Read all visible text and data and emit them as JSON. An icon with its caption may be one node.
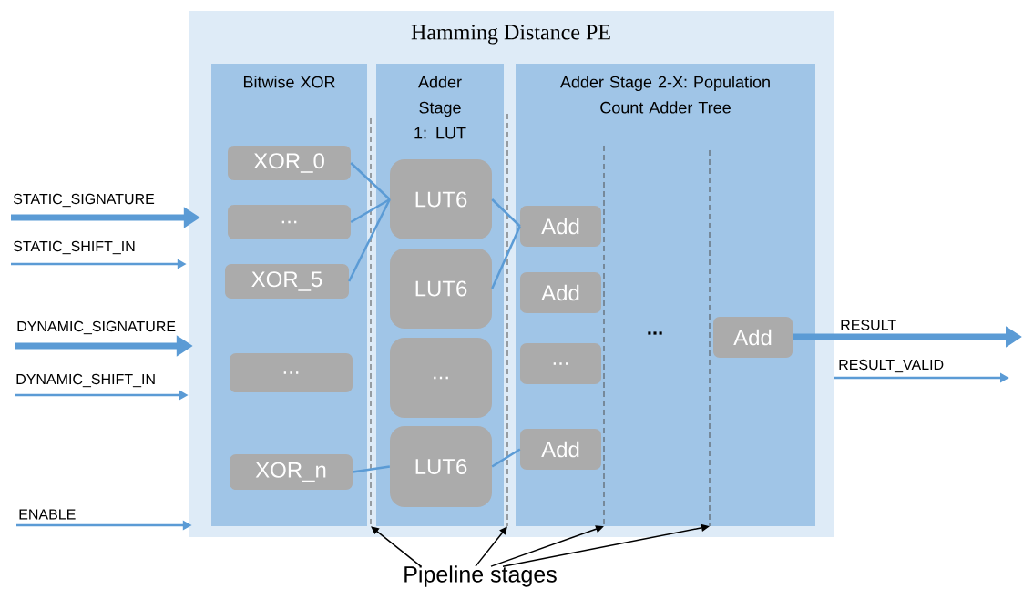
{
  "diagram": {
    "nodes": [
      {
        "text": [
          "Hamming Distance PE"
        ]
      },
      {
        "text": [
          "Bitwise XOR"
        ],
        "in": 0
      },
      {
        "text": [
          "Adder Stage 1: LUT"
        ],
        "in": 0
      },
      {
        "text": [
          "Adder Stage 2-X: Population Count Adder Tree"
        ],
        "in": 0
      },
      {
        "text": [
          "XOR_0"
        ],
        "in": 1
      },
      {
        "text": [
          "..."
        ],
        "in": 1
      },
      {
        "text": [
          "XOR_5"
        ],
        "in": 1
      },
      {
        "text": [
          "..."
        ],
        "in": 1
      },
      {
        "text": [
          "XOR_n"
        ],
        "in": 1
      },
      {
        "text": [
          "LUT6"
        ],
        "in": 2
      },
      {
        "text": [
          "LUT6"
        ],
        "in": 2
      },
      {
        "text": [
          "..."
        ],
        "in": 2
      },
      {
        "text": [
          "LUT6"
        ],
        "in": 2
      },
      {
        "text": [
          "Add"
        ],
        "in": 3
      },
      {
        "text": [
          "Add"
        ],
        "in": 3
      },
      {
        "text": [
          "..."
        ],
        "in": 3
      },
      {
        "text": [
          "Add"
        ],
        "in": 3
      },
      {
        "text": [
          "Add"
        ],
        "in": 3
      },
      {
        "text": [],
        "shape": "line",
        "in": 0
      },
      {
        "text": [],
        "shape": "line",
        "in": 0
      },
      {
        "text": [],
        "shape": "line",
        "in": 3
      },
      {
        "text": [],
        "shape": "line",
        "in": 3
      },
      {
        "text": [
          "Pipeline stages"
        ]
      }
    ],
    "edges": [
      {
        "from": 4,
        "to": 9,
        "arrow": "none"
      },
      {
        "from": 5,
        "to": 9,
        "arrow": "none"
      },
      {
        "from": 6,
        "to": 9,
        "arrow": "none"
      },
      {
        "from": 8,
        "to": 12,
        "arrow": "none"
      },
      {
        "from": 9,
        "to": 13,
        "arrow": "none"
      },
      {
        "from": 10,
        "to": 13,
        "arrow": "none"
      },
      {
        "from": 12,
        "to": 16,
        "arrow": "none"
      },
      {
        "from": null,
        "to": 0,
        "arrow": "to",
        "label": "STATIC_SIGNATURE",
        "style": "thick"
      },
      {
        "from": null,
        "to": 0,
        "arrow": "to",
        "label": "STATIC_SHIFT_IN"
      },
      {
        "from": null,
        "to": 0,
        "arrow": "to",
        "label": "DYNAMIC_SIGNATURE",
        "style": "thick"
      },
      {
        "from": null,
        "to": 0,
        "arrow": "to",
        "label": "DYNAMIC_SHIFT_IN"
      },
      {
        "from": null,
        "to": 0,
        "arrow": "to",
        "label": "ENABLE"
      },
      {
        "from": 17,
        "to": null,
        "arrow": "to",
        "label": "RESULT",
        "style": "thick"
      },
      {
        "from": 0,
        "to": null,
        "arrow": "to",
        "label": "RESULT_VALID"
      },
      {
        "from": 22,
        "to": 18,
        "arrow": "to",
        "color": "#000000"
      },
      {
        "from": 22,
        "to": 19,
        "arrow": "to",
        "color": "#000000"
      },
      {
        "from": 22,
        "to": 20,
        "arrow": "to",
        "color": "#000000"
      },
      {
        "from": 22,
        "to": 21,
        "arrow": "to",
        "color": "#000000"
      }
    ],
    "labels": [
      "..."
    ]
  }
}
